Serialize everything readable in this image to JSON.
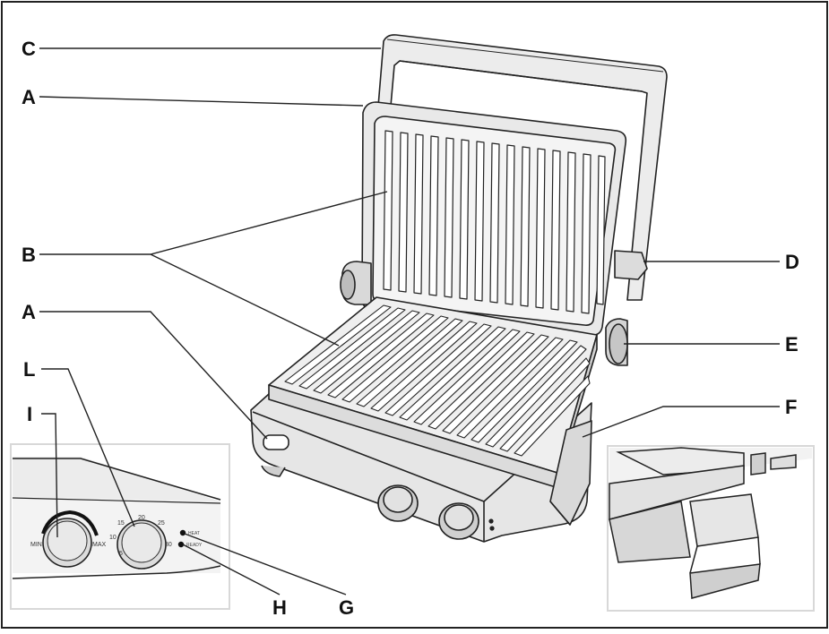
{
  "labels": {
    "C": "C",
    "A_top": "A",
    "B": "B",
    "A_bottom": "A",
    "L": "L",
    "I": "I",
    "D": "D",
    "E": "E",
    "F": "F",
    "H": "H",
    "G": "G"
  },
  "inset_controls": {
    "min": "MIN",
    "max": "MAX",
    "timer_ticks": [
      "5",
      "10",
      "15",
      "20",
      "25",
      "30"
    ],
    "indicator_heat": "HEAT",
    "indicator_ready": "READY"
  },
  "colors": {
    "line": "#222222",
    "fill_light": "#f6f6f6",
    "fill_mid": "#e4e4e4",
    "fill_dark": "#cfcfcf",
    "inset_border": "#d8d8d8"
  }
}
